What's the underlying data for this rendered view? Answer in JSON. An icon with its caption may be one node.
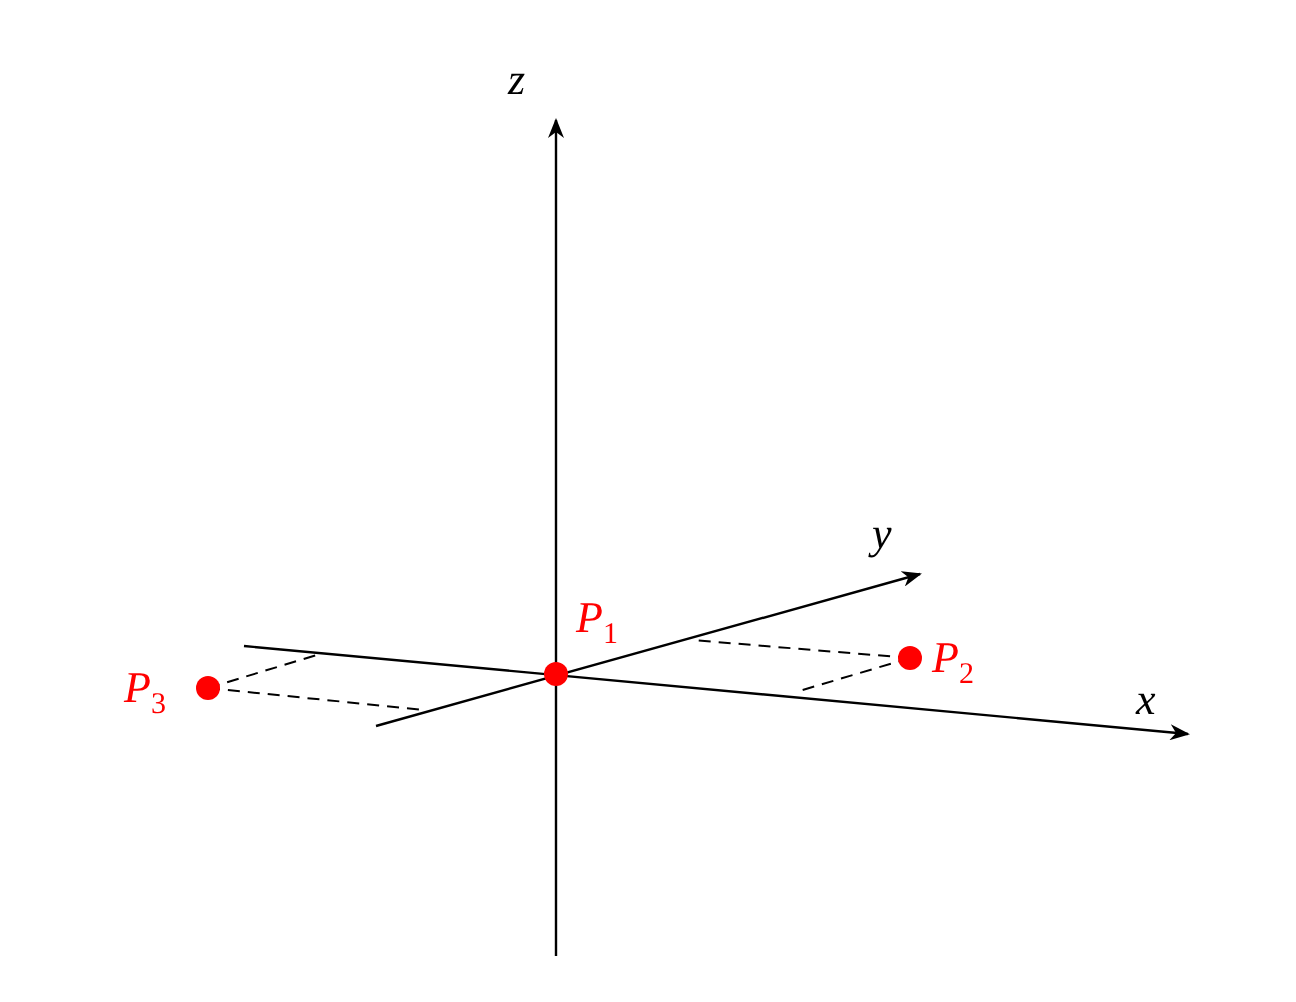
{
  "diagram": {
    "nodes": [
      {
        "text": [
          "P$_{1}$"
        ]
      },
      {
        "text": [
          "P$_{2}$"
        ]
      },
      {
        "text": [
          "P$_{3}$"
        ]
      }
    ],
    "labels": [
      "z",
      "y",
      "x"
    ]
  }
}
